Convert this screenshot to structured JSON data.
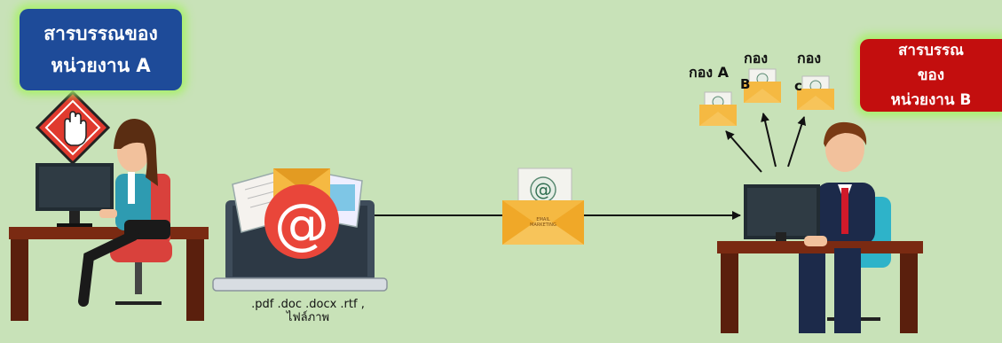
{
  "unit_a": {
    "line1": "สารบรรณของ",
    "line2": "หน่วยงาน A",
    "color": "#1e4b99"
  },
  "unit_b": {
    "line1": "สารบรรณ",
    "line2": "ของ",
    "line3": "หน่วยงาน B",
    "color": "#c30e0e"
  },
  "divisions": [
    {
      "label": "กอง A"
    },
    {
      "label": "กอง",
      "sub": "B"
    },
    {
      "label": "กอง",
      "sub": "c"
    }
  ],
  "attachments_caption": {
    "line1": ".pdf .doc .docx .rtf ,",
    "line2": "ไฟล์ภาพ"
  },
  "envelope_text": {
    "line1": "EMAIL",
    "line2": "MARKETING"
  },
  "colors": {
    "background": "#c8e2b8",
    "envelope": "#f5b942",
    "at_circle": "#e9463a",
    "desk": "#7a2a12",
    "stop_sign": "#e03a2e",
    "glow": "#a8f06a"
  }
}
